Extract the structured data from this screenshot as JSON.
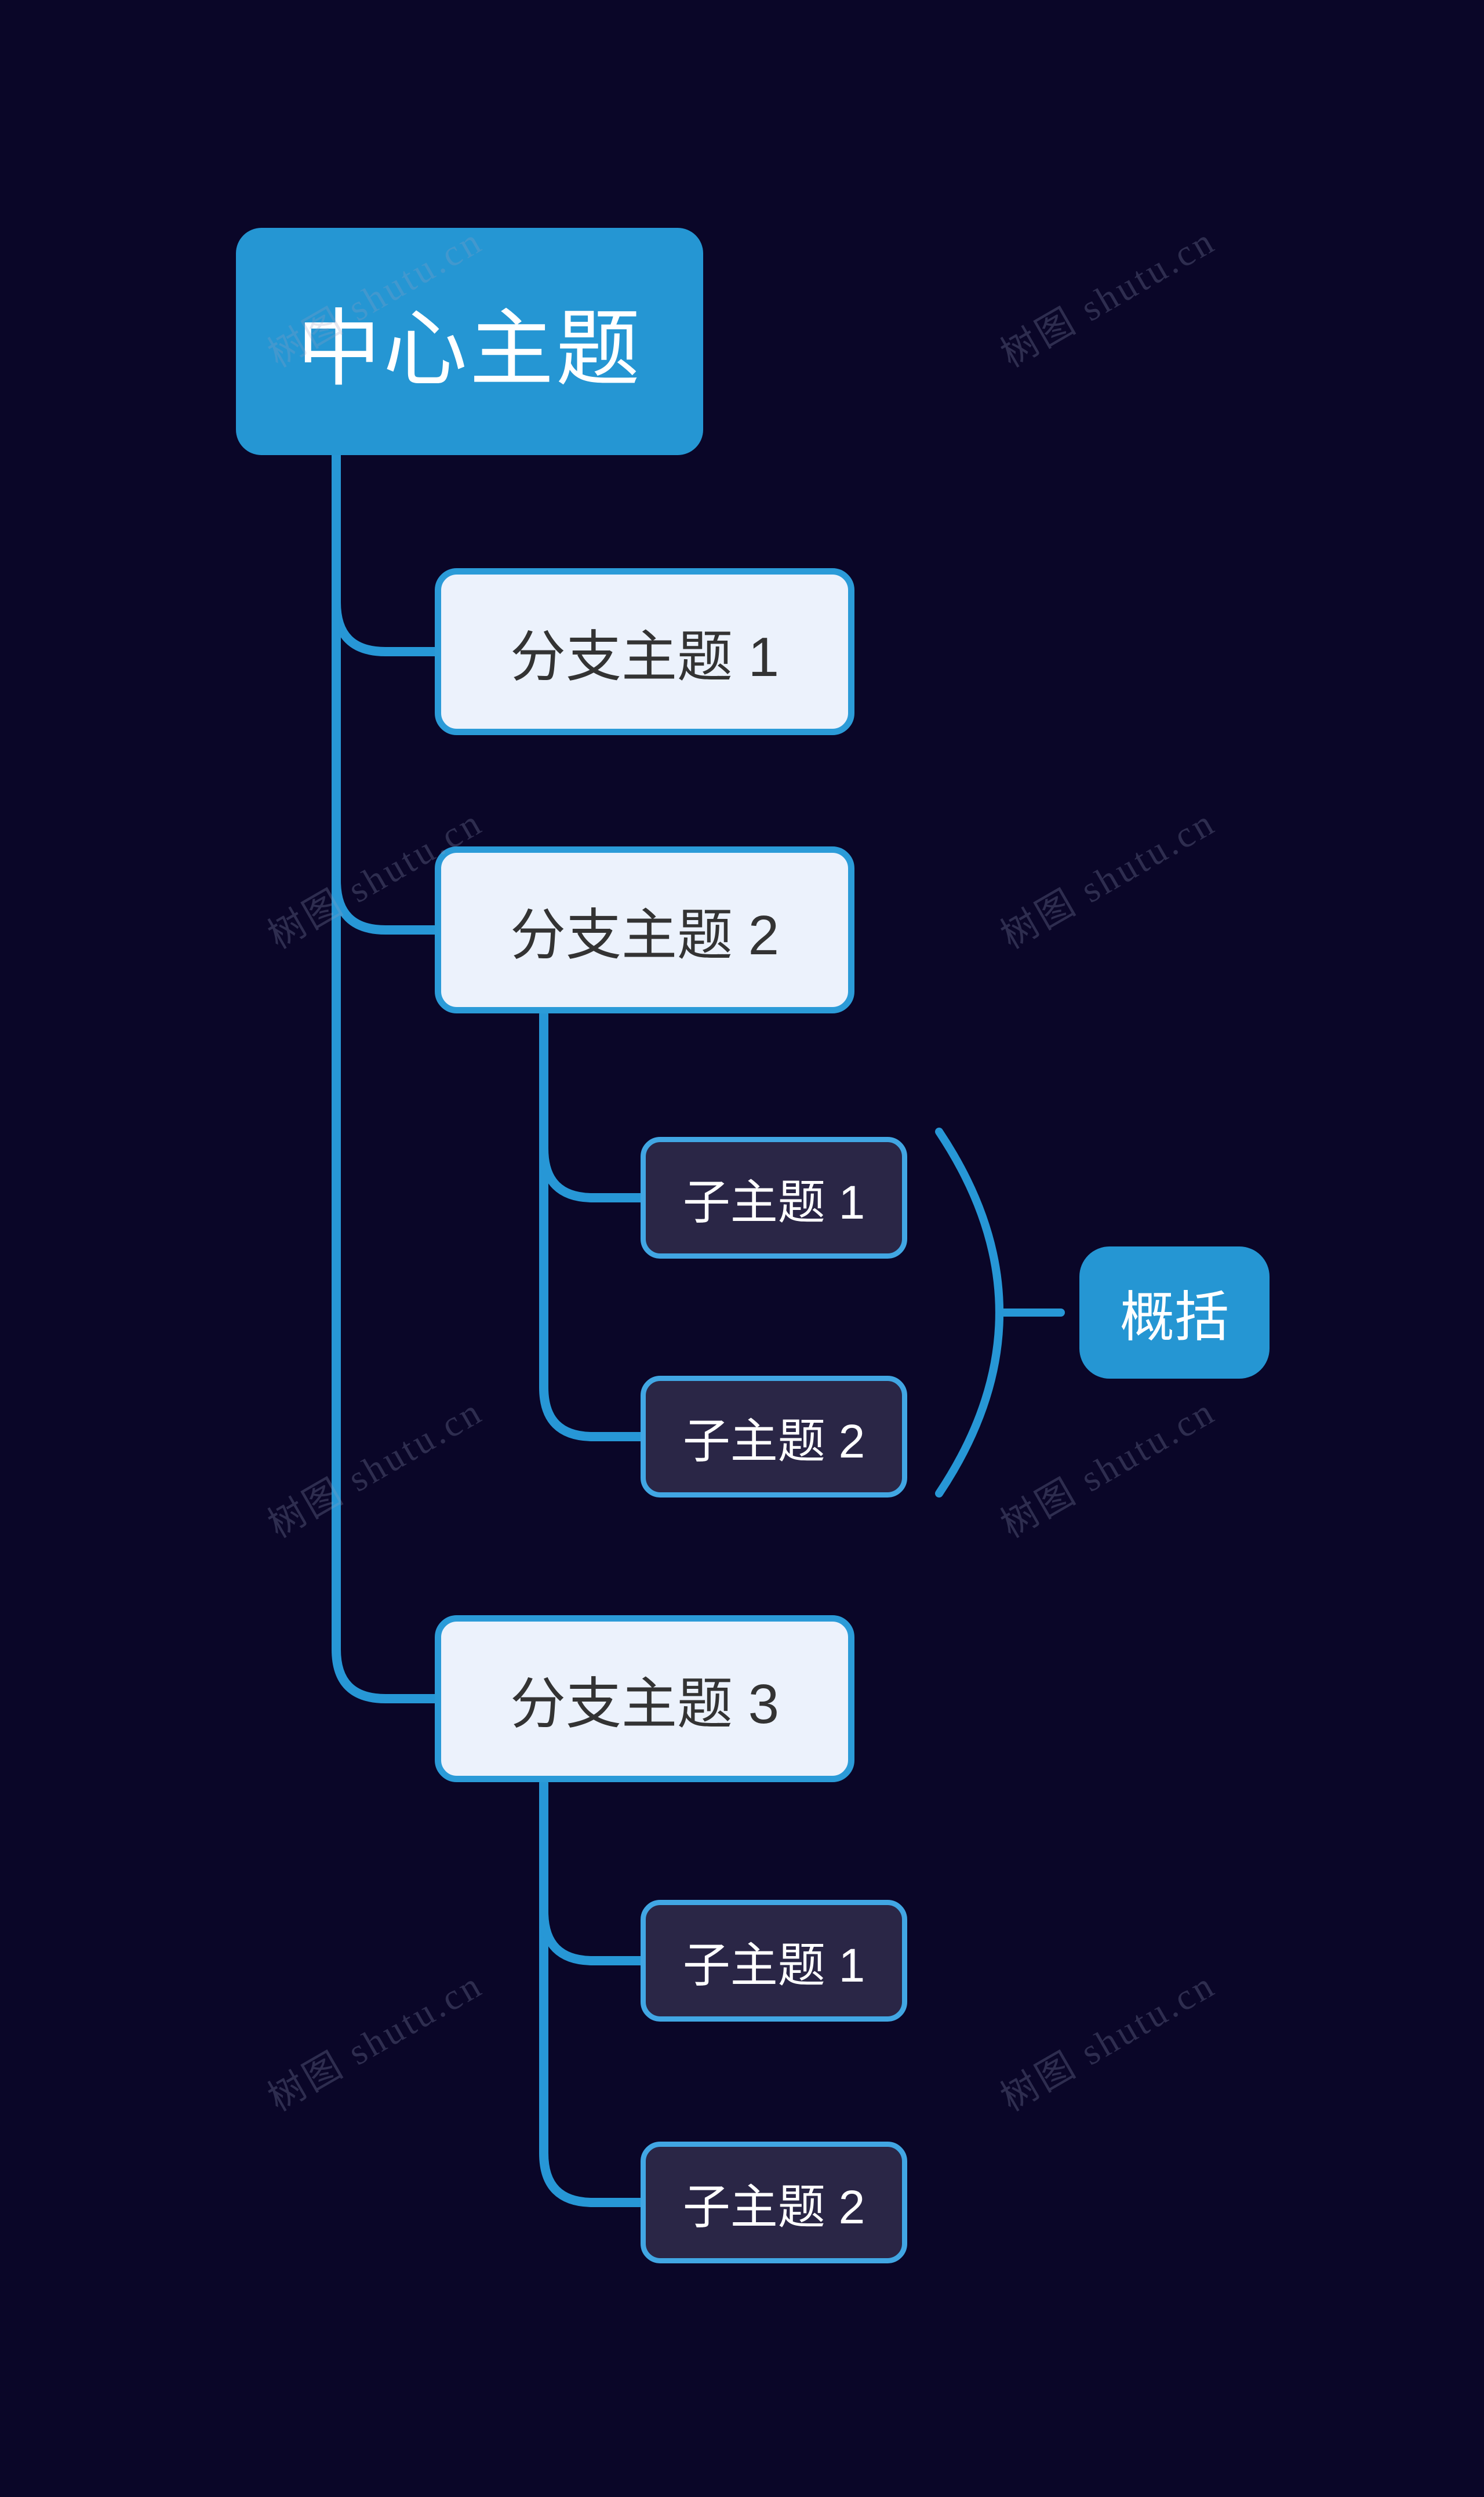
{
  "app": {
    "watermark_text": "树图 shutu.cn"
  },
  "colors": {
    "background": "#0a0628",
    "accent_blue": "#2596d3",
    "connector_blue": "#2797d6",
    "branch_fill": "#ecf2fc",
    "branch_border": "#2b9bd8",
    "branch_text": "#333333",
    "subtopic_fill": "#2a2646",
    "subtopic_border": "#41a6e3",
    "node_text_light": "#ffffff",
    "watermark": "rgba(150,158,192,0.26)"
  },
  "mindmap": {
    "central": {
      "label": "中心主题"
    },
    "branches": [
      {
        "label": "分支主题 1",
        "children": []
      },
      {
        "label": "分支主题 2",
        "children": [
          {
            "label": "子主题 1"
          },
          {
            "label": "子主题 2"
          }
        ],
        "summary": {
          "label": "概括"
        }
      },
      {
        "label": "分支主题 3",
        "children": [
          {
            "label": "子主题 1"
          },
          {
            "label": "子主题 2"
          }
        ]
      }
    ]
  }
}
